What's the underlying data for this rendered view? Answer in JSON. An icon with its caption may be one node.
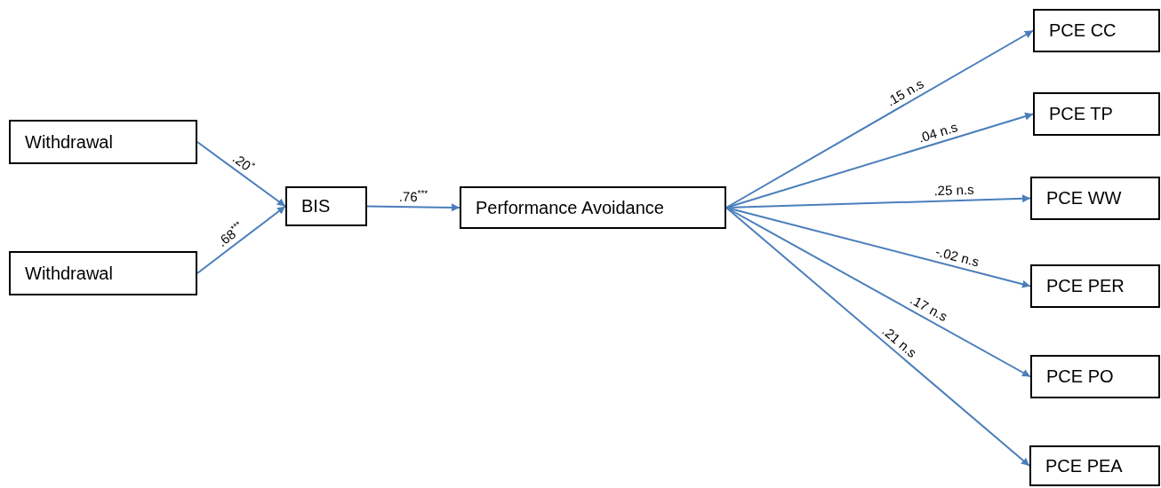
{
  "diagram": {
    "nodes": [
      {
        "text": [
          "Withdrawal"
        ]
      },
      {
        "text": [
          "Withdrawal"
        ]
      },
      {
        "text": [
          "BIS"
        ]
      },
      {
        "text": [
          "Performance Avoidance"
        ]
      },
      {
        "text": [
          "PCE CC"
        ]
      },
      {
        "text": [
          "PCE TP"
        ]
      },
      {
        "text": [
          "PCE WW"
        ]
      },
      {
        "text": [
          "PCE PER"
        ]
      },
      {
        "text": [
          "PCE PO"
        ]
      },
      {
        "text": [
          "PCE PEA"
        ]
      }
    ],
    "edges": [
      {
        "from": 0,
        "to": 2,
        "arrow": "to",
        "label": ".20$^{*}$"
      },
      {
        "from": 1,
        "to": 2,
        "arrow": "to",
        "label": ".68$^{***}$"
      },
      {
        "from": 2,
        "to": 3,
        "arrow": "to",
        "label": ".76$^{***}$"
      },
      {
        "from": 3,
        "to": 4,
        "arrow": "to",
        "label": ".15 n.s"
      },
      {
        "from": 3,
        "to": 5,
        "arrow": "to",
        "label": ".04 n.s"
      },
      {
        "from": 3,
        "to": 6,
        "arrow": "to",
        "label": ".25 n.s"
      },
      {
        "from": 3,
        "to": 7,
        "arrow": "to",
        "label": "-.02 n.s"
      },
      {
        "from": 3,
        "to": 8,
        "arrow": "to",
        "label": ".17 n.s"
      },
      {
        "from": 3,
        "to": 9,
        "arrow": "to",
        "label": ".21 n.s"
      }
    ]
  }
}
